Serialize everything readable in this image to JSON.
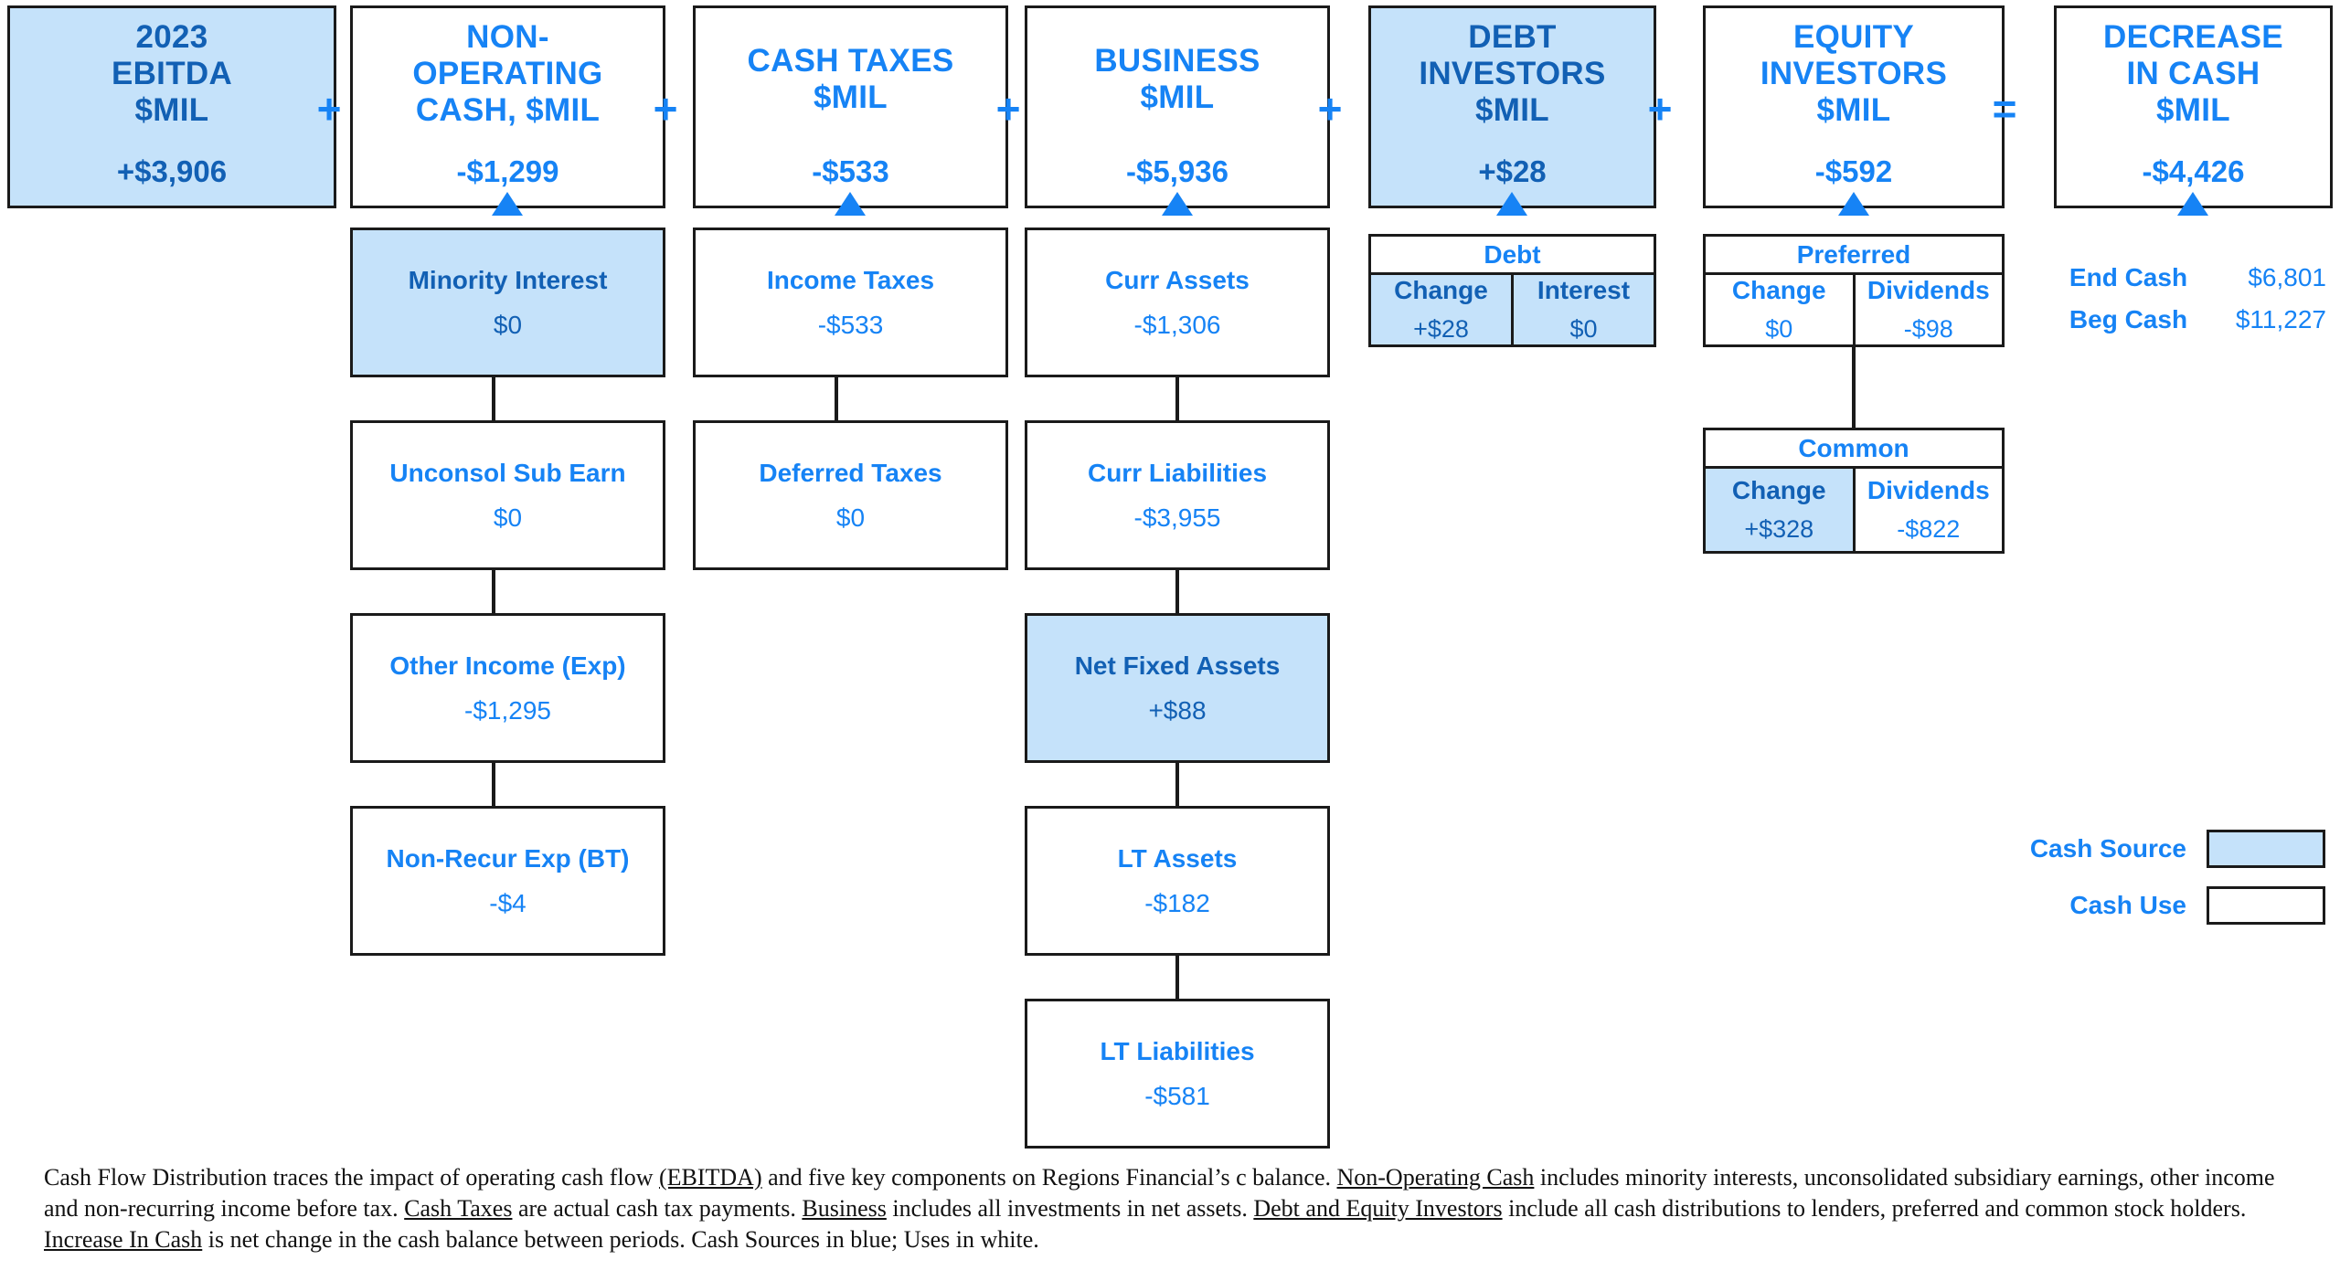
{
  "chart_data": {
    "type": "diagram",
    "title": "Cash Flow Distribution",
    "units": "$MIL",
    "period": "2023",
    "legend": {
      "source": "Cash Source",
      "use": "Cash Use"
    },
    "columns": [
      {
        "key": "ebitda",
        "title": "2023\nEBITDA\n$MIL",
        "value": "+$3,906",
        "kind": "source"
      },
      {
        "key": "non_operating_cash",
        "title": "NON-OPERATING CASH, $MIL",
        "value": "-$1,299",
        "kind": "use"
      },
      {
        "key": "cash_taxes",
        "title": "CASH TAXES $MIL",
        "value": "-$533",
        "kind": "use"
      },
      {
        "key": "business",
        "title": "BUSINESS $MIL",
        "value": "-$5,936",
        "kind": "use"
      },
      {
        "key": "debt_investors",
        "title": "DEBT INVESTORS $MIL",
        "value": "+$28",
        "kind": "source"
      },
      {
        "key": "equity_investors",
        "title": "EQUITY INVESTORS $MIL",
        "value": "-$592",
        "kind": "use"
      },
      {
        "key": "decrease_in_cash",
        "title": "DECREASE IN CASH $MIL",
        "value": "-$4,426",
        "kind": "use"
      }
    ]
  },
  "headers": {
    "ebitda": {
      "l1": "2023",
      "l2": "EBITDA",
      "l3": "$MIL",
      "value": "+$3,906"
    },
    "non_operating": {
      "l1": "NON-",
      "l2": "OPERATING",
      "l3": "CASH, $MIL",
      "value": "-$1,299"
    },
    "cash_taxes": {
      "l1": "CASH TAXES",
      "l2": "$MIL",
      "l3": "",
      "value": "-$533"
    },
    "business": {
      "l1": "BUSINESS",
      "l2": "$MIL",
      "l3": "",
      "value": "-$5,936"
    },
    "debt_investors": {
      "l1": "DEBT",
      "l2": "INVESTORS",
      "l3": "$MIL",
      "value": "+$28"
    },
    "equity_investors": {
      "l1": "EQUITY",
      "l2": "INVESTORS",
      "l3": "$MIL",
      "value": "-$592"
    },
    "decrease_in_cash": {
      "l1": "DECREASE",
      "l2": "IN CASH",
      "l3": "$MIL",
      "value": "-$4,426"
    }
  },
  "operators": {
    "op1": "+",
    "op2": "+",
    "op3": "+",
    "op4": "+",
    "op5": "+",
    "op6": "="
  },
  "non_operating_items": [
    {
      "label": "Minority Interest",
      "value": "$0"
    },
    {
      "label": "Unconsol Sub Earn",
      "value": "$0"
    },
    {
      "label": "Other Income (Exp)",
      "value": "-$1,295"
    },
    {
      "label": "Non-Recur Exp (BT)",
      "value": "-$4"
    }
  ],
  "cash_taxes_items": [
    {
      "label": "Income Taxes",
      "value": "-$533"
    },
    {
      "label": "Deferred Taxes",
      "value": "$0"
    }
  ],
  "business_items": [
    {
      "label": "Curr Assets",
      "value": "-$1,306"
    },
    {
      "label": "Curr Liabilities",
      "value": "-$3,955"
    },
    {
      "label": "Net Fixed Assets",
      "value": "+$88"
    },
    {
      "label": "LT Assets",
      "value": "-$182"
    },
    {
      "label": "LT Liabilities",
      "value": "-$581"
    }
  ],
  "debt_table": {
    "header": "Debt",
    "cells": [
      {
        "label": "Change",
        "value": "+$28"
      },
      {
        "label": "Interest",
        "value": "$0"
      }
    ]
  },
  "preferred_table": {
    "header": "Preferred",
    "cells": [
      {
        "label": "Change",
        "value": "$0"
      },
      {
        "label": "Dividends",
        "value": "-$98"
      }
    ]
  },
  "common_table": {
    "header": "Common",
    "cells": [
      {
        "label": "Change",
        "value": "+$328"
      },
      {
        "label": "Dividends",
        "value": "-$822"
      }
    ]
  },
  "cash_summary": [
    {
      "label": "End Cash",
      "value": "$6,801"
    },
    {
      "label": "Beg Cash",
      "value": "$11,227"
    }
  ],
  "legend": {
    "source_label": "Cash Source",
    "use_label": "Cash Use"
  },
  "footnote": {
    "p1": "Cash Flow Distribution traces the impact of operating cash flow ",
    "t1": "(EBITDA)",
    "p2": " and five key components on Regions Financial’s c balance. ",
    "t2": "Non-Operating  Cash",
    "p3": " includes minority interests, unconsolidated subsidiary earnings, other income and non-recurring  income before tax. ",
    "t3": "Cash Taxes",
    "p4": " are actual cash tax payments. ",
    "t4": "Business",
    "p5": " includes all investments in net assets. ",
    "t5": "Debt and Equity Investors",
    "p6": " include all cash distributions to lenders, preferred and common stock holders. ",
    "t6": "Increase In Cash",
    "p7": " is net change in the cash balance between periods. Cash Sources in blue; Uses in white."
  },
  "colors": {
    "accent_blue": "#1683f5",
    "source_fill": "#c5e2fa",
    "source_text": "#1260b4",
    "border": "#1a1a1a"
  }
}
